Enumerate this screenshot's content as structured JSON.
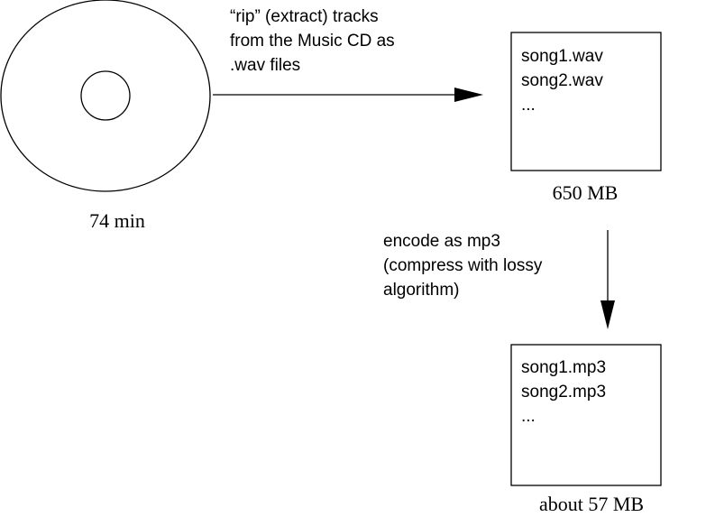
{
  "cd": {
    "caption": "74 min"
  },
  "rip_step": {
    "lines": [
      "“rip” (extract) tracks",
      "from the Music CD as",
      ".wav files"
    ]
  },
  "wav_box": {
    "files": [
      "song1.wav",
      "song2.wav",
      "..."
    ],
    "caption": "650 MB"
  },
  "encode_step": {
    "lines": [
      "encode as mp3",
      "(compress with lossy",
      "algorithm)"
    ]
  },
  "mp3_box": {
    "files": [
      "song1.mp3",
      "song2.mp3",
      "..."
    ],
    "caption": "about 57 MB"
  }
}
